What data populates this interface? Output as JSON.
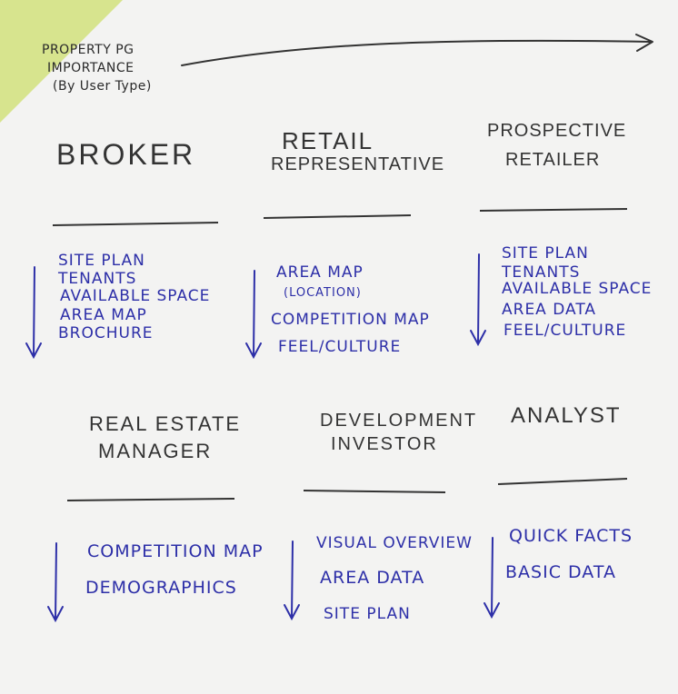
{
  "legend": {
    "line1": "Property PG",
    "line2": "Importance",
    "line3": "(By User Type)"
  },
  "colors": {
    "corner": "#d7e48e",
    "ink": "#333333",
    "blue_ink": "#2d2fa8",
    "background": "#f3f3f2"
  },
  "user_types": {
    "broker": {
      "title": "Broker",
      "items": [
        "Site Plan",
        "Tenants",
        "Available Space",
        "Area Map",
        "Brochure"
      ]
    },
    "retail_rep": {
      "title_line1": "Retail",
      "title_line2": "Representative",
      "items": [
        "Area Map",
        "(Location)",
        "Competition Map",
        "Feel/Culture"
      ]
    },
    "prospective_retailer": {
      "title_line1": "Prospective",
      "title_line2": "Retailer",
      "items": [
        "Site Plan",
        "Tenants",
        "Available Space",
        "Area Data",
        "Feel/Culture"
      ]
    },
    "real_estate_manager": {
      "title_line1": "Real Estate",
      "title_line2": "Manager",
      "items": [
        "Competition Map",
        "Demographics"
      ]
    },
    "development_investor": {
      "title_line1": "Development",
      "title_line2": "Investor",
      "items": [
        "Visual Overview",
        "Area Data",
        "Site Plan"
      ]
    },
    "analyst": {
      "title": "Analyst",
      "items": [
        "Quick Facts",
        "Basic Data"
      ]
    }
  }
}
